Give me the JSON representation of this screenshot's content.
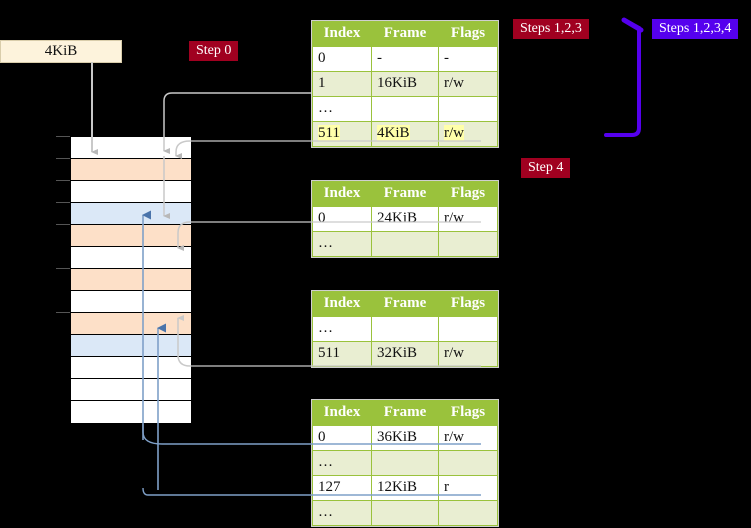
{
  "labels": {
    "size_box": "4KiB",
    "step0": "Step 0",
    "step4": "Step 4",
    "steps123": "Steps 1,2,3",
    "steps1234": "Steps 1,2,3,4"
  },
  "colors": {
    "table_header": "#9ac23c",
    "table_alt_row": "#e9eed2",
    "highlight": "#ffffaa",
    "badge_red": "#a00020",
    "badge_blue": "#5500ee",
    "mem_orange": "#fde0c8",
    "mem_blue": "#dbe8f7",
    "size_box": "#fdf3dc"
  },
  "table_columns": [
    "Index",
    "Frame",
    "Flags"
  ],
  "tables": [
    {
      "name": "pml4-table",
      "rows": [
        {
          "index": "0",
          "frame": "-",
          "flags": "-",
          "alt": false,
          "highlight": false
        },
        {
          "index": "1",
          "frame": "16KiB",
          "flags": "r/w",
          "alt": true,
          "highlight": false
        },
        {
          "index": "…",
          "frame": "",
          "flags": "",
          "alt": false,
          "highlight": false
        },
        {
          "index": "511",
          "frame": "4KiB",
          "flags": "r/w",
          "alt": true,
          "highlight": true
        }
      ]
    },
    {
      "name": "pdp-table",
      "rows": [
        {
          "index": "0",
          "frame": "24KiB",
          "flags": "r/w",
          "alt": false,
          "highlight": false
        },
        {
          "index": "…",
          "frame": "",
          "flags": "",
          "alt": true,
          "highlight": false
        }
      ]
    },
    {
      "name": "pd-table",
      "rows": [
        {
          "index": "…",
          "frame": "",
          "flags": "",
          "alt": false,
          "highlight": false
        },
        {
          "index": "511",
          "frame": "32KiB",
          "flags": "r/w",
          "alt": true,
          "highlight": false
        }
      ]
    },
    {
      "name": "pt-table",
      "rows": [
        {
          "index": "0",
          "frame": "36KiB",
          "flags": "r/w",
          "alt": false,
          "highlight": false
        },
        {
          "index": "…",
          "frame": "",
          "flags": "",
          "alt": true,
          "highlight": false
        },
        {
          "index": "127",
          "frame": "12KiB",
          "flags": "r",
          "alt": false,
          "highlight": false
        },
        {
          "index": "…",
          "frame": "",
          "flags": "",
          "alt": true,
          "highlight": false
        }
      ]
    }
  ],
  "memory_rows": [
    {
      "fill": "white",
      "tick": true
    },
    {
      "fill": "orange",
      "tick": true
    },
    {
      "fill": "white",
      "tick": true
    },
    {
      "fill": "blue",
      "tick": true
    },
    {
      "fill": "orange",
      "tick": true
    },
    {
      "fill": "white",
      "tick": false
    },
    {
      "fill": "orange",
      "tick": true
    },
    {
      "fill": "white",
      "tick": false
    },
    {
      "fill": "orange",
      "tick": true
    },
    {
      "fill": "blue",
      "tick": false
    },
    {
      "fill": "white",
      "tick": false
    },
    {
      "fill": "white",
      "tick": false
    },
    {
      "fill": "white",
      "tick": false
    }
  ]
}
